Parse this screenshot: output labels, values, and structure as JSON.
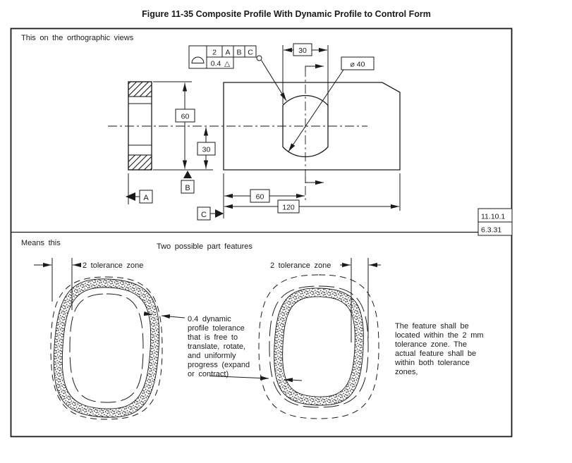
{
  "figure": {
    "title": "Figure 11-35 Composite Profile With Dynamic Profile to Control Form"
  },
  "upper": {
    "note": "This on the orthographic views",
    "fcf": {
      "upper_tolerance": "2",
      "datum_a": "A",
      "datum_b": "B",
      "datum_c": "C",
      "lower_tolerance": "0.4",
      "dynamic_modifier": "△"
    },
    "dims": {
      "hole_flats": "30",
      "hole_diameter": "⌀ 40",
      "part_height": "60",
      "center_height": "30",
      "hole_position": "60",
      "part_width": "120"
    },
    "datums": {
      "a": "A",
      "b": "B",
      "c": "C"
    },
    "refs": {
      "r1": "11.10.1",
      "r2": "6.3.31"
    }
  },
  "lower": {
    "note": "Means this",
    "subtitle": "Two possible part features",
    "zone_left": "2 tolerance zone",
    "zone_right": "2 tolerance zone",
    "callout": [
      "0.4 dynamic",
      "profile tolerance",
      "that is free to",
      "translate, rotate,",
      "and uniformly",
      "progress (expand",
      "or contract)"
    ],
    "note_right": [
      "The feature shall be",
      "located within the 2 mm",
      "tolerance zone. The",
      "actual feature shall be",
      "within both tolerance",
      "zones,"
    ]
  }
}
